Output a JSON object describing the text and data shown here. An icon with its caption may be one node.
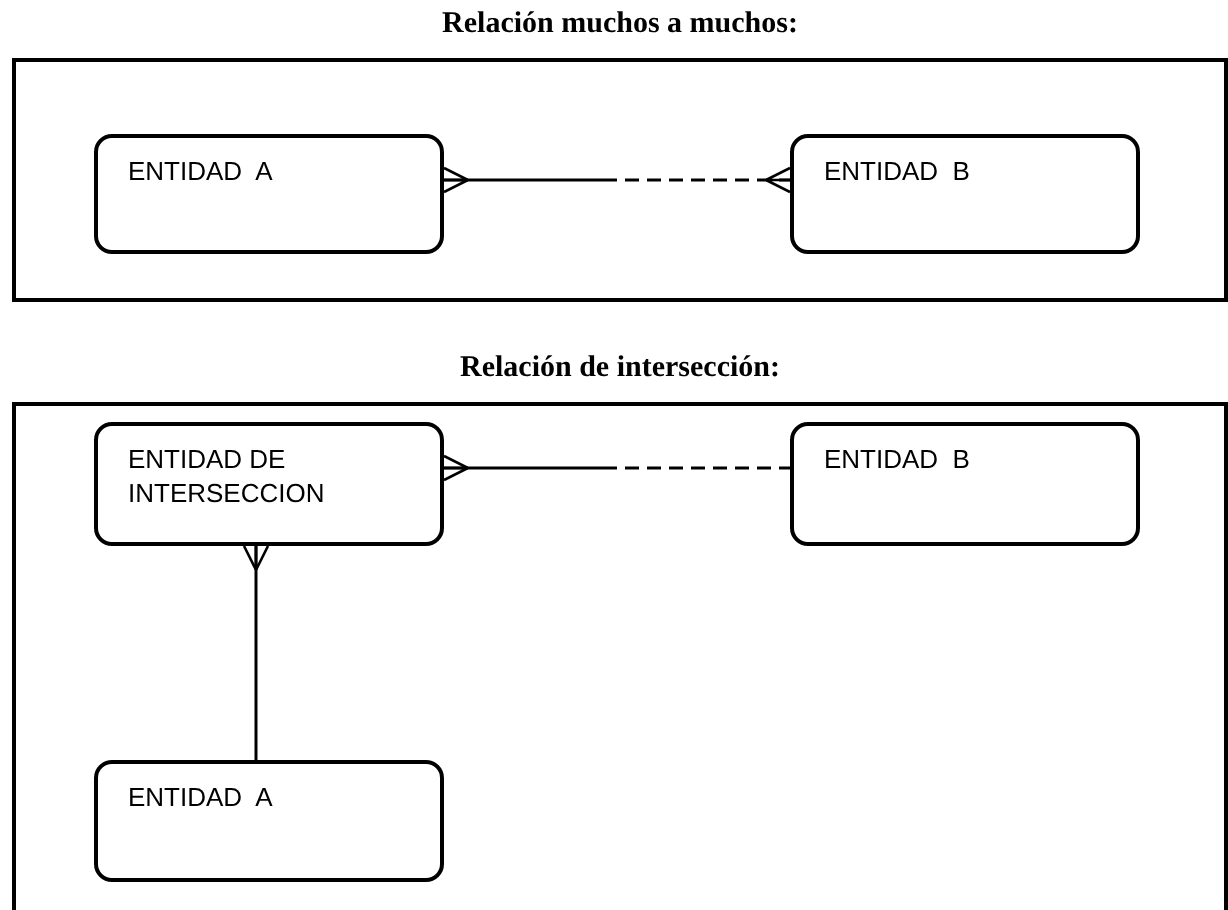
{
  "diagram": {
    "nodes": [
      {
        "text": [
          "Relación muchos a muchos:"
        ]
      },
      {
        "text": [
          "ENTIDAD  A"
        ],
        "in": 0
      },
      {
        "text": [
          "ENTIDAD  B"
        ],
        "in": 0
      },
      {
        "text": [
          "Relación de intersección:"
        ]
      },
      {
        "text": [
          "ENTIDAD DE INTERSECCION"
        ],
        "in": 3
      },
      {
        "text": [
          "ENTIDAD  B"
        ],
        "in": 3
      },
      {
        "text": [
          "ENTIDAD  A"
        ],
        "in": 3
      }
    ],
    "edges": [
      {
        "from": 1,
        "to": 2,
        "arrow": "other",
        "style": "dashed"
      },
      {
        "from": 4,
        "to": 5,
        "arrow": "other",
        "style": "dashed"
      },
      {
        "from": 4,
        "to": 6,
        "arrow": "other"
      }
    ]
  }
}
